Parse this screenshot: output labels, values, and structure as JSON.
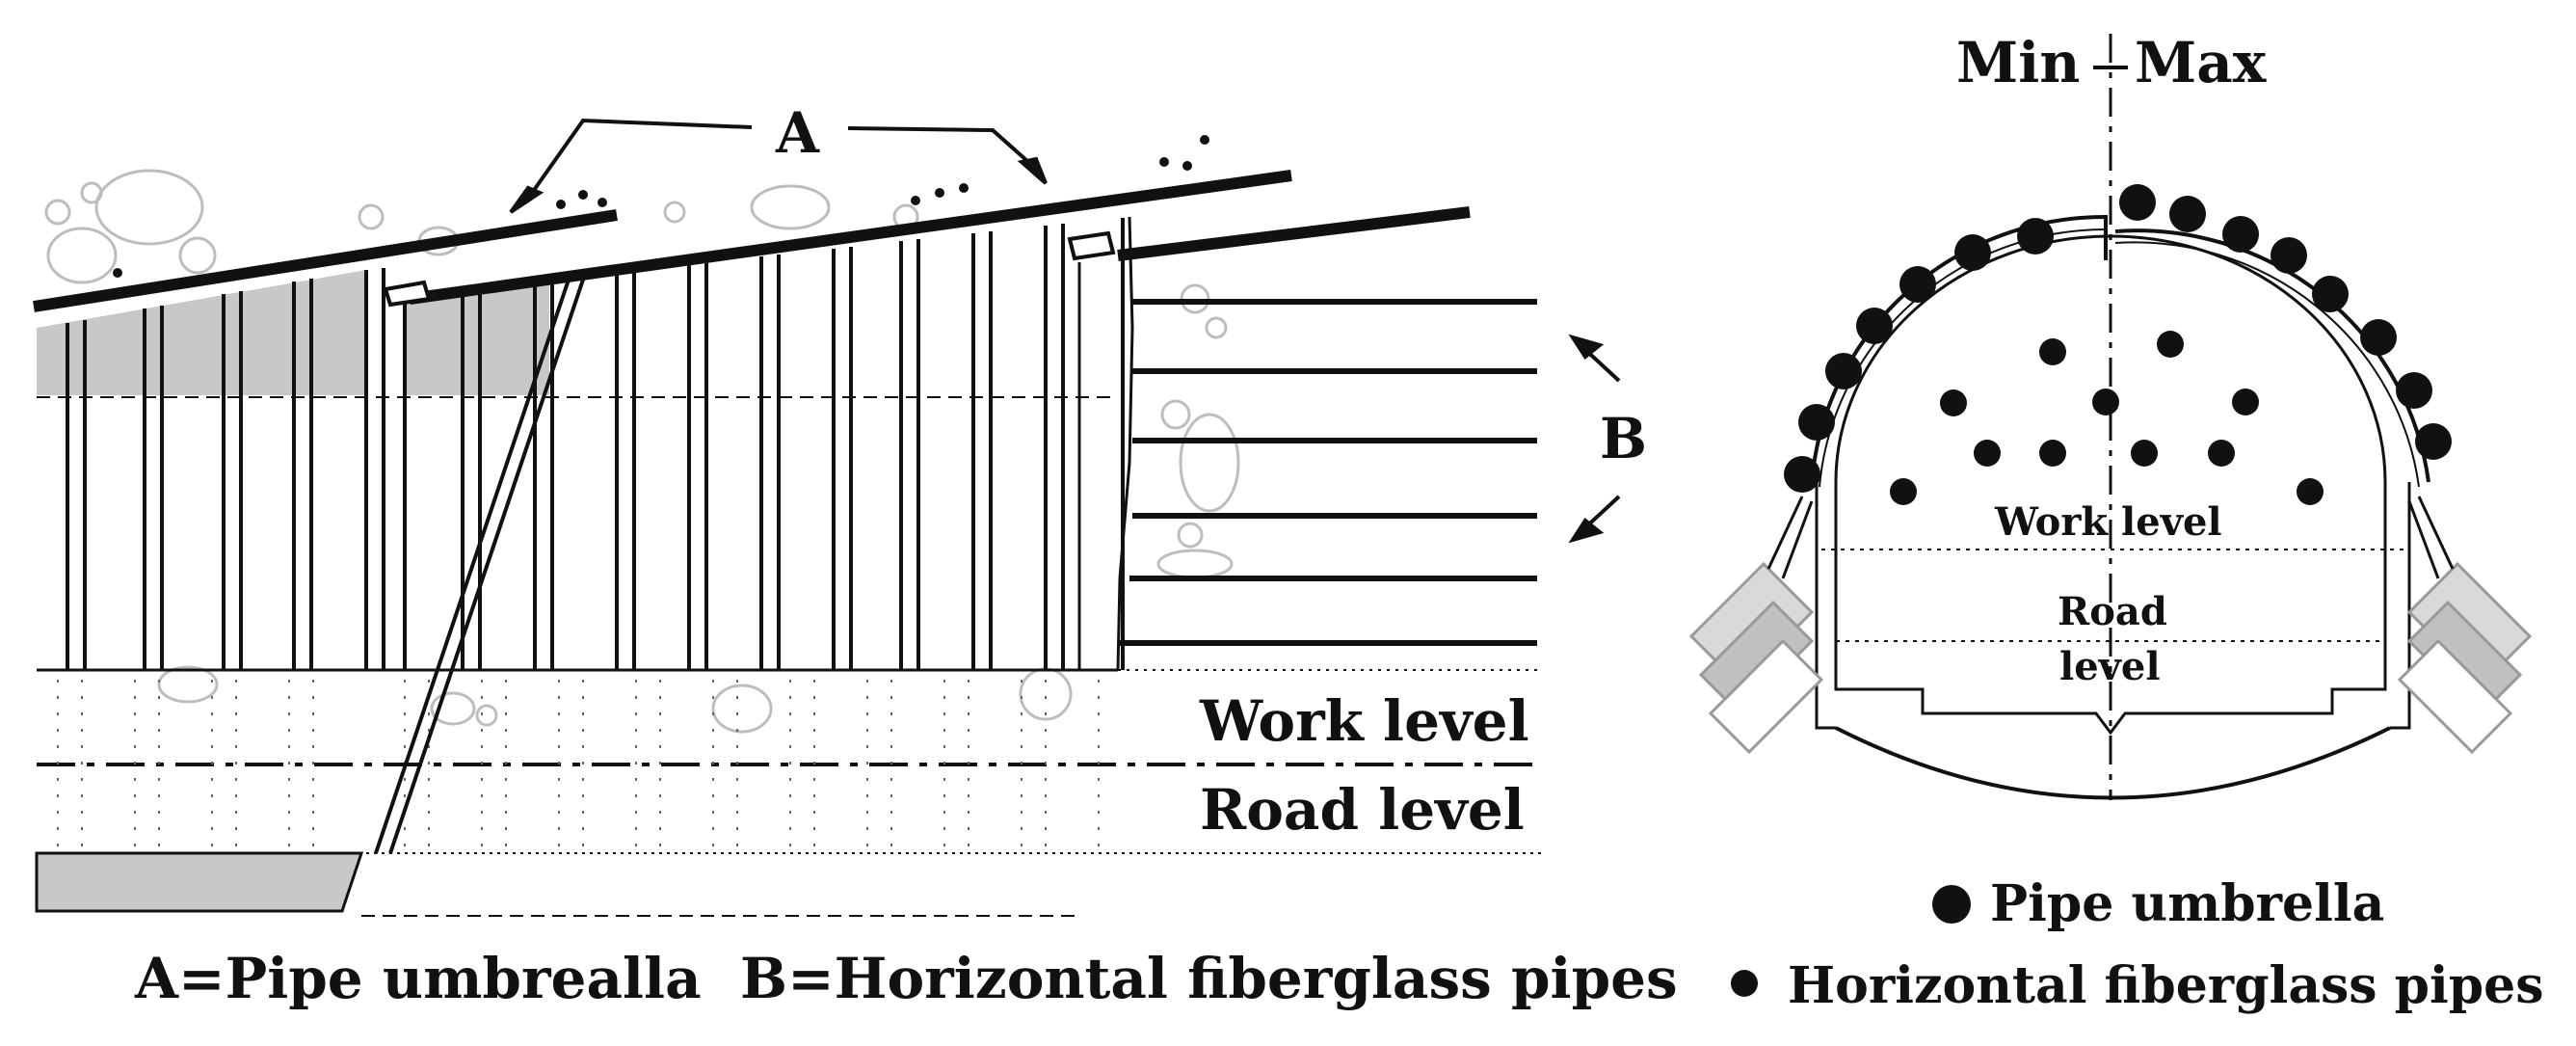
{
  "left_diagram": {
    "label_a": "A",
    "label_b": "B",
    "work_level": "Work level",
    "road_level": "Road level",
    "caption": "A=Pipe umbrealla  B=Horizontal fiberglass pipes"
  },
  "right_diagram": {
    "min_label": "Min",
    "max_label": "Max",
    "work_level": "Work level",
    "road_level_line1": "Road",
    "road_level_line2": "level",
    "legend": [
      {
        "marker": "large-dot",
        "label": "Pipe umbrella"
      },
      {
        "marker": "small-dot",
        "label": "Horizontal fiberglass pipes"
      }
    ]
  },
  "colors": {
    "ink": "#111111",
    "fill_gray": "#c8c8c8",
    "light_gray": "#d9d9d9"
  }
}
